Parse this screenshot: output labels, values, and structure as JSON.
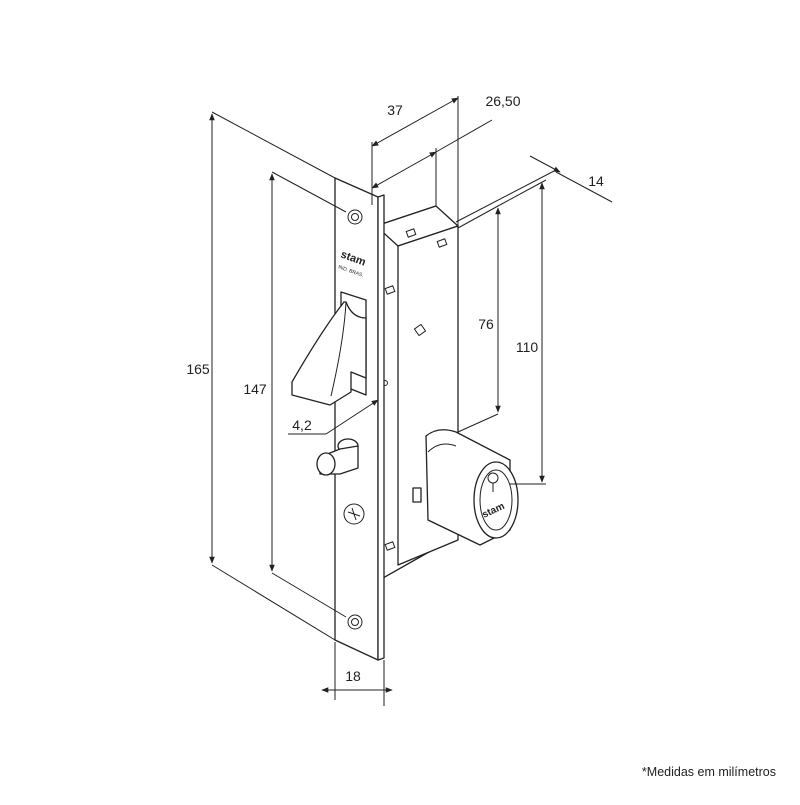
{
  "dimensions": {
    "width_37": "37",
    "width_26_50": "26,50",
    "depth_14": "14",
    "height_76": "76",
    "height_110": "110",
    "height_165": "165",
    "height_147": "147",
    "offset_4_2": "4,2",
    "faceplate_18": "18"
  },
  "faceplate_brand": "stam",
  "faceplate_origin": "IND. BRAS.",
  "cylinder_brand": "stam",
  "footnote": "*Medidas em milímetros",
  "colors": {
    "line": "#222222",
    "background": "#ffffff"
  }
}
